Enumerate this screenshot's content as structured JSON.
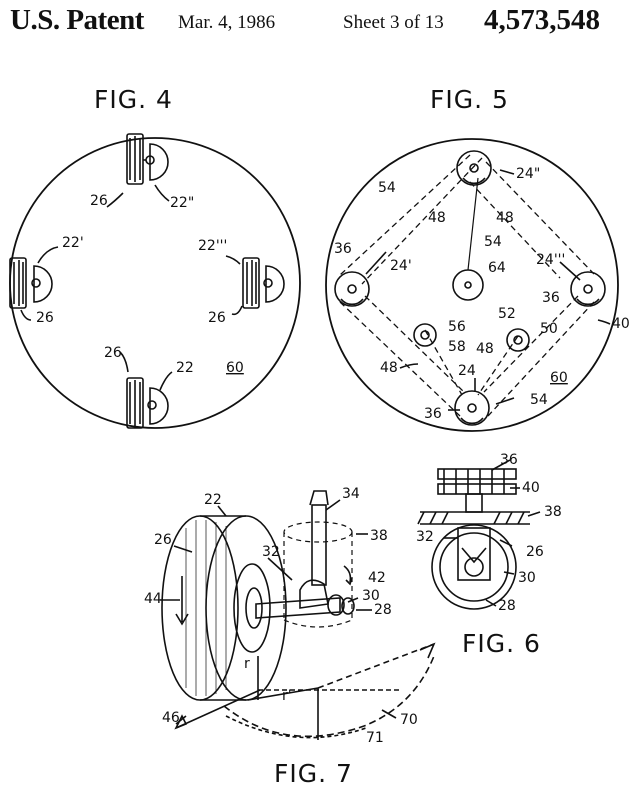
{
  "header": {
    "title": "U.S. Patent",
    "date": "Mar. 4, 1986",
    "sheet": "Sheet 3 of 13",
    "patent_number": "4,573,548"
  },
  "figures": {
    "fig4": "FIG. 4",
    "fig5": "FIG. 5",
    "fig6": "FIG. 6",
    "fig7": "FIG. 7"
  },
  "fig4_labels": {
    "l26a": "26",
    "l22a": "22\"",
    "l22b": "22'",
    "l26b": "26",
    "l22c": "22'''",
    "l26c": "26",
    "l26d": "26",
    "l22d": "22",
    "l60": "60"
  },
  "fig5_labels": {
    "l24a": "24\"",
    "l54a": "54",
    "l48a": "48",
    "l48b": "48",
    "l36a": "36",
    "l24b": "24'",
    "l54b": "54",
    "l64": "64",
    "l24c": "24'''",
    "l36b": "36",
    "l56": "56",
    "l58": "58",
    "l52": "52",
    "l50": "50",
    "l40": "40",
    "l48c": "48",
    "l48d": "48",
    "l24d": "24",
    "l60": "60",
    "l36c": "36",
    "l54c": "54"
  },
  "fig6_labels": {
    "l36": "36",
    "l40": "40",
    "l38": "38",
    "l32": "32",
    "l26": "26",
    "l30": "30",
    "l28": "28"
  },
  "fig7_labels": {
    "l22": "22",
    "l34": "34",
    "l26": "26",
    "l38": "38",
    "l32": "32",
    "l42": "42",
    "l44": "44",
    "l30": "30",
    "l28": "28",
    "l46": "46",
    "lr": "r",
    "lr1": "r'",
    "l70": "70",
    "l71": "71"
  }
}
